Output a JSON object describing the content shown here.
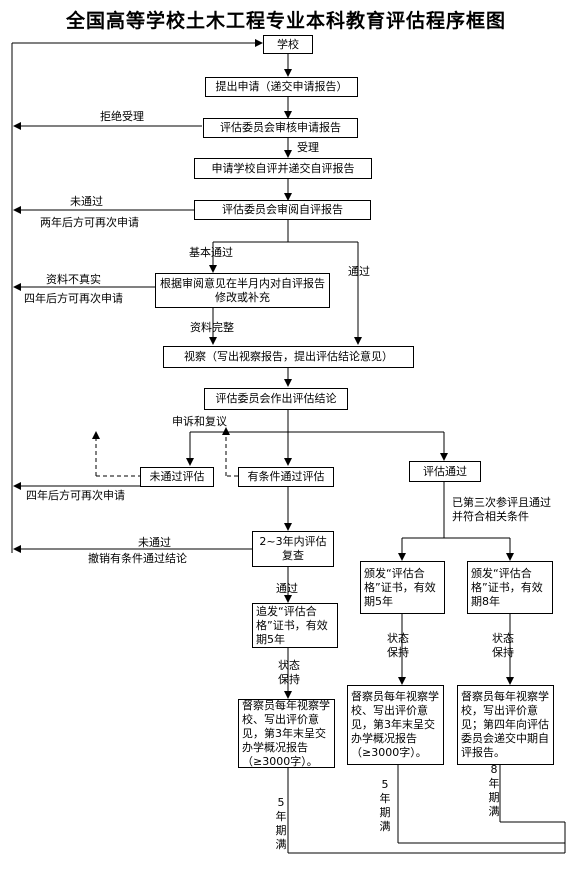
{
  "title": "全国高等学校土木工程专业本科教育评估程序框图",
  "boxes": {
    "school": "学校",
    "apply": "提出申请（递交申请报告）",
    "review_apply": "评估委员会审核申请报告",
    "self_eval": "申请学校自评并递交自评报告",
    "review_self": "评估委员会审阅自评报告",
    "revise": "根据审阅意见在半月内对自评报告修改或补充",
    "visit": "视察（写出视察报告，提出评估结论意见）",
    "conclusion": "评估委员会作出评估结论",
    "fail": "未通过评估",
    "conditional": "有条件通过评估",
    "pass": "评估通过",
    "reeval": "2~3年内评估复查",
    "reissue": "追发“评估合格”证书，有效期5年",
    "cert5": "颁发“评估合格”证书，有效期5年",
    "cert8": "颁发“评估合格”证书，有效期8年",
    "inspect_a": "督察员每年视察学校、写出评价意见，第3年末呈交办学概况报告（≥3000字）。",
    "inspect_b": "督察员每年视察学校、写出评价意见，第3年末呈交办学概况报告（≥3000字）。",
    "inspect_c": "督察员每年视察学校，写出评价意见；第四年向评估委员会递交中期自评报告。"
  },
  "labels": {
    "reject": "拒绝受理",
    "accept": "受理",
    "not_passed": "未通过",
    "two_years": "两年后方可再次申请",
    "basic_pass": "基本通过",
    "passed": "通过",
    "false_material": "资料不真实",
    "four_years_a": "四年后方可再次申请",
    "complete": "资料完整",
    "appeal": "申诉和复议",
    "four_years_b": "四年后方可再次申请",
    "third_time": "已第三次参评且通过并符合相关条件",
    "not_passed_b": "未通过",
    "revoke": "撤销有条件通过结论",
    "passed_b": "通过",
    "keep_a": "状态\n保持",
    "keep_b": "状态\n保持",
    "keep_c": "状态\n保持",
    "expire_a": "5\n年\n期\n满",
    "expire_b": "5\n年\n期\n满",
    "expire_c": "8\n年\n期\n满"
  }
}
